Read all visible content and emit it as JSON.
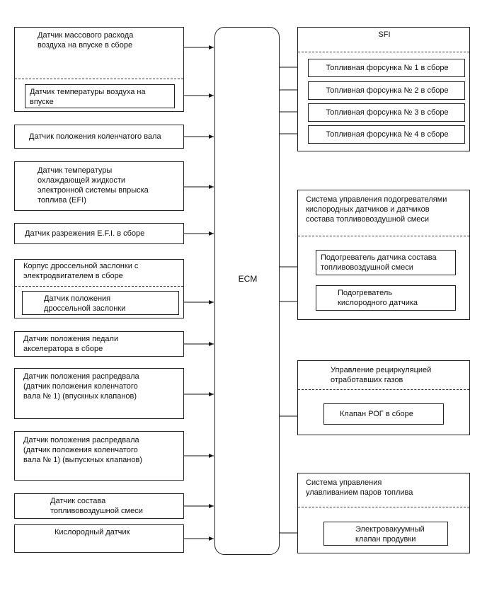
{
  "ecm": "ECM",
  "inputs": {
    "maf": "Датчик массового расхода\nвоздуха на впуске в сборе",
    "iat": "Датчик температуры воздуха на\nвпуске",
    "ckp": "Датчик положения коленчатого вала",
    "ect": "Датчик температуры\nохлаждающей жидкости\nэлектронной системы впрыска\nтоплива (EFI)",
    "map": "Датчик разрежения E.F.I. в сборе",
    "throttle_body": "Корпус дроссельной заслонки с\nэлектродвигателем в сборе",
    "tps": "Датчик положения\nдроссельной заслонки",
    "app": "Датчик положения педали\nакселератора в сборе",
    "cmp_intake": "Датчик положения распредвала\n(датчик положения коленчатого\nвала № 1) (впускных клапанов)",
    "cmp_exhaust": "Датчик положения распредвала\n(датчик положения коленчатого\nвала № 1) (выпускных клапанов)",
    "af_sensor": "Датчик состава\nтопливовоздушной смеси",
    "o2_sensor": "Кислородный датчик"
  },
  "outputs": {
    "sfi": {
      "title": "SFI",
      "injectors": [
        "Топливная форсунка № 1 в сборе",
        "Топливная форсунка № 2 в сборе",
        "Топливная форсунка № 3 в сборе",
        "Топливная форсунка № 4 в сборе"
      ]
    },
    "heater_control": {
      "title": "Система управления подогревателями\nкислородных датчиков и датчиков\nсостава топливовоздушной смеси",
      "af_heater": "Подогреватель датчика состава\nтопливовоздушной смеси",
      "o2_heater": "Подогреватель\nкислородного датчика"
    },
    "egr": {
      "title": "Управление рециркуляцией\nотработавших газов",
      "valve": "Клапан РОГ в сборе"
    },
    "evap": {
      "title": "Система управления\nулавливанием паров топлива",
      "vsv": "Электровакуумный\nклапан продувки"
    }
  }
}
